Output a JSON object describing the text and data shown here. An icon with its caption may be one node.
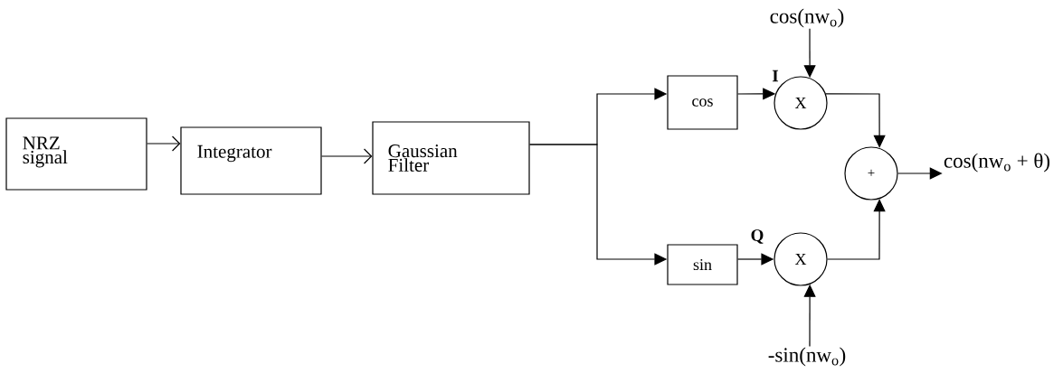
{
  "diagram": {
    "nodes": [
      {
        "text": [
          "NRZ signal"
        ]
      },
      {
        "text": [
          "Integrator"
        ]
      },
      {
        "text": [
          "Gaussian Filter"
        ]
      },
      {
        "text": [
          "cos"
        ]
      },
      {
        "text": [
          "sin"
        ]
      },
      {
        "text": [
          "X"
        ]
      },
      {
        "text": [
          "X"
        ]
      },
      {
        "text": [
          "+"
        ]
      },
      {
        "text": [
          "cos(nw$_{o}$)"
        ]
      },
      {
        "text": [
          "-sin(nw$_{o}$)"
        ]
      },
      {
        "text": [
          "cos(nw$_{o}$ + θ)"
        ]
      }
    ],
    "edges": [
      {
        "from": 0,
        "to": 1,
        "arrow": "to"
      },
      {
        "from": 1,
        "to": 2,
        "arrow": "to"
      },
      {
        "from": 2,
        "to": 3,
        "arrow": "to"
      },
      {
        "from": 2,
        "to": 4,
        "arrow": "to"
      },
      {
        "from": 3,
        "to": 5,
        "arrow": "to",
        "label": "I"
      },
      {
        "from": 4,
        "to": 6,
        "arrow": "to",
        "label": "Q"
      },
      {
        "from": 8,
        "to": 5,
        "arrow": "to"
      },
      {
        "from": 9,
        "to": 6,
        "arrow": "to"
      },
      {
        "from": 5,
        "to": 7,
        "arrow": "to"
      },
      {
        "from": 6,
        "to": 7,
        "arrow": "to"
      },
      {
        "from": 7,
        "to": 10,
        "arrow": "to"
      }
    ]
  }
}
